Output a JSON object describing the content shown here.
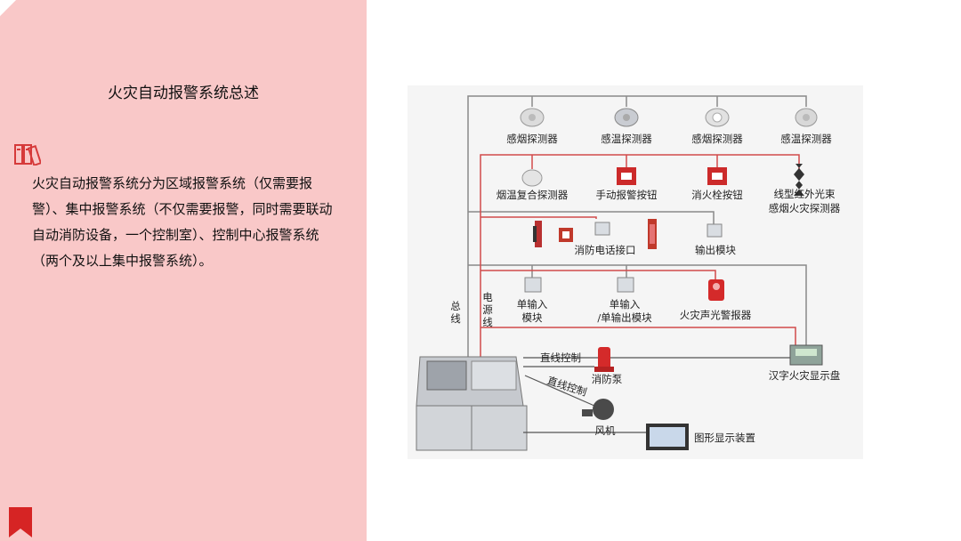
{
  "slide": {
    "title": "火灾自动报警系统总述",
    "body": "火灾自动报警系统分为区域报警系统（仅需要报警）、集中报警系统（不仅需要报警，同时需要联动自动消防设备，一个控制室）、控制中心报警系统（两个及以上集中报警系统）。"
  },
  "diagram": {
    "row1": [
      "感烟探测器",
      "感温探测器",
      "感烟探测器",
      "感温探测器"
    ],
    "row2": [
      "烟温复合探测器",
      "手动报警按钮",
      "消火栓按钮"
    ],
    "beam_detector": [
      "线型红外光束",
      "感烟火灾探测器"
    ],
    "row3": [
      "消防电话接口",
      "输出模块"
    ],
    "row4": {
      "input_module": [
        "单输入",
        "模块"
      ],
      "io_module": [
        "单输入",
        "/单输出模块"
      ],
      "alarm": "火灾声光警报器"
    },
    "bus_label": [
      "总",
      "线"
    ],
    "power_label": [
      "电",
      "源",
      "线"
    ],
    "direct_control_1": "直线控制",
    "direct_control_2": "直线控制",
    "pump": "消防泵",
    "fan": "风机",
    "display_panel": "汉字火灾显示盘",
    "graphic_display": "图形显示装置",
    "colors": {
      "bus": "#8a8a8a",
      "power": "#d24b4b",
      "device_red": "#cc2a2a"
    }
  }
}
